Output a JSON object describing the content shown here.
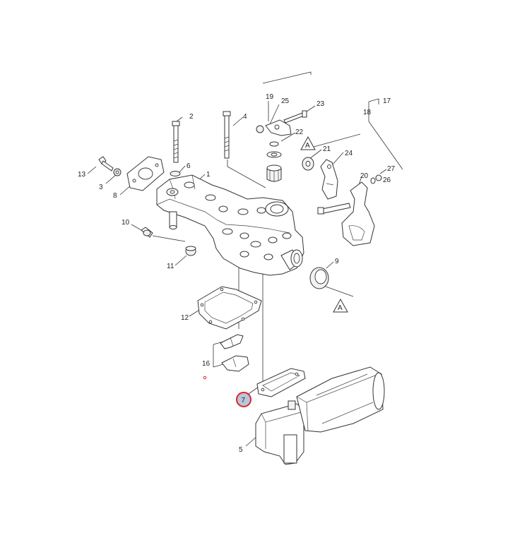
{
  "callouts": {
    "c1": "1",
    "c2": "2",
    "c3": "3",
    "c4": "4",
    "c5": "5",
    "c6": "6",
    "c7": "7",
    "c8": "8",
    "c9": "9",
    "c10": "10",
    "c11": "11",
    "c12": "12",
    "c13": "13",
    "c16": "16",
    "c17": "17",
    "c18": "18",
    "c19": "19",
    "c20": "20",
    "c21": "21",
    "c22": "22",
    "c23": "23",
    "c24": "24",
    "c25": "25",
    "c26": "26",
    "c27": "27"
  },
  "view_marks": {
    "a_top": "A",
    "a_bottom": "A"
  },
  "highlight": {
    "part": "7",
    "ring_color": "#d9262b",
    "fill_color": "#b9c7dc"
  },
  "colors": {
    "line": "#333333",
    "marker": "#d9262b"
  }
}
